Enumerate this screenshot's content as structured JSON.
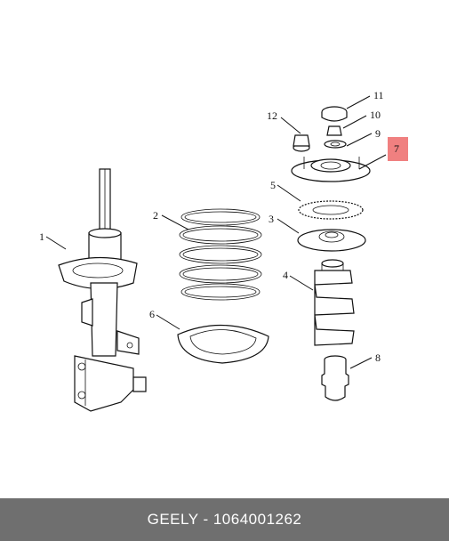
{
  "callouts": {
    "c1": "1",
    "c2": "2",
    "c3": "3",
    "c4": "4",
    "c5": "5",
    "c6": "6",
    "c7": "7",
    "c8": "8",
    "c9": "9",
    "c10": "10",
    "c11": "11",
    "c12": "12"
  },
  "highlight_color": "#f08080",
  "footer": {
    "label": "GEELY - 1064001262"
  }
}
